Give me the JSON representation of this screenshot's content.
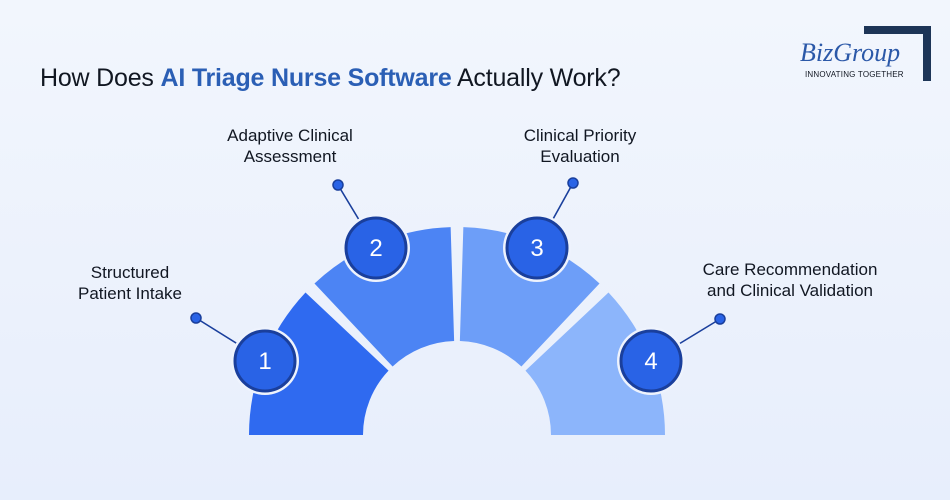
{
  "header": {
    "title_prefix": "How Does ",
    "title_highlight": "AI Triage Nurse Software",
    "title_suffix": " Actually Work?"
  },
  "logo": {
    "wordmark": "BizGroup",
    "tagline": "INNOVATING TOGETHER"
  },
  "steps": [
    {
      "number": "1",
      "label_line1": "Structured",
      "label_line2": "Patient Intake"
    },
    {
      "number": "2",
      "label_line1": "Adaptive Clinical",
      "label_line2": "Assessment"
    },
    {
      "number": "3",
      "label_line1": "Clinical Priority",
      "label_line2": "Evaluation"
    },
    {
      "number": "4",
      "label_line1": "Care Recommendation",
      "label_line2": "and Clinical Validation"
    }
  ],
  "colors": {
    "title_highlight": "#2b5fb5",
    "segment_1": "#2f6af0",
    "segment_2": "#4c84f4",
    "segment_3": "#6d9ef8",
    "segment_4": "#8cb5fb",
    "badge_fill": "#2963e6",
    "badge_ring": "#1a3f9c",
    "logo_dark": "#1d3557"
  }
}
